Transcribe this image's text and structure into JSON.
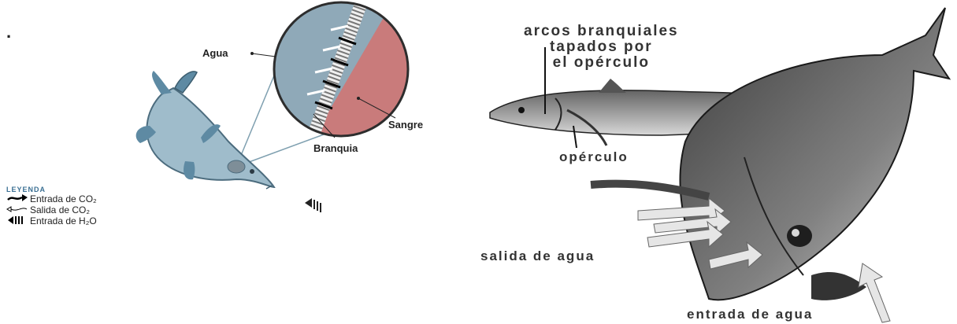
{
  "left_diagram": {
    "dot_marker": ".",
    "labels": {
      "water": "Agua",
      "blood": "Sangre",
      "gill": "Branquia"
    },
    "legend": {
      "title": "LEYENDA",
      "items": [
        {
          "icon": "black-arrow-icon",
          "label": "Entrada de CO₂"
        },
        {
          "icon": "white-arrow-icon",
          "label": "Salida de CO₂"
        },
        {
          "icon": "striped-arrow-icon",
          "label": "Entrada de H₂O"
        }
      ]
    },
    "colors": {
      "water": "#8fa9b8",
      "blood": "#c97b7b",
      "fish": "#9fbccb"
    }
  },
  "right_diagram": {
    "labels": {
      "gill_arches": "arcos branquiales\ntapados por\nel opérculo",
      "operculum": "opérculo",
      "water_out": "salida de agua",
      "water_in": "entrada de agua"
    }
  }
}
